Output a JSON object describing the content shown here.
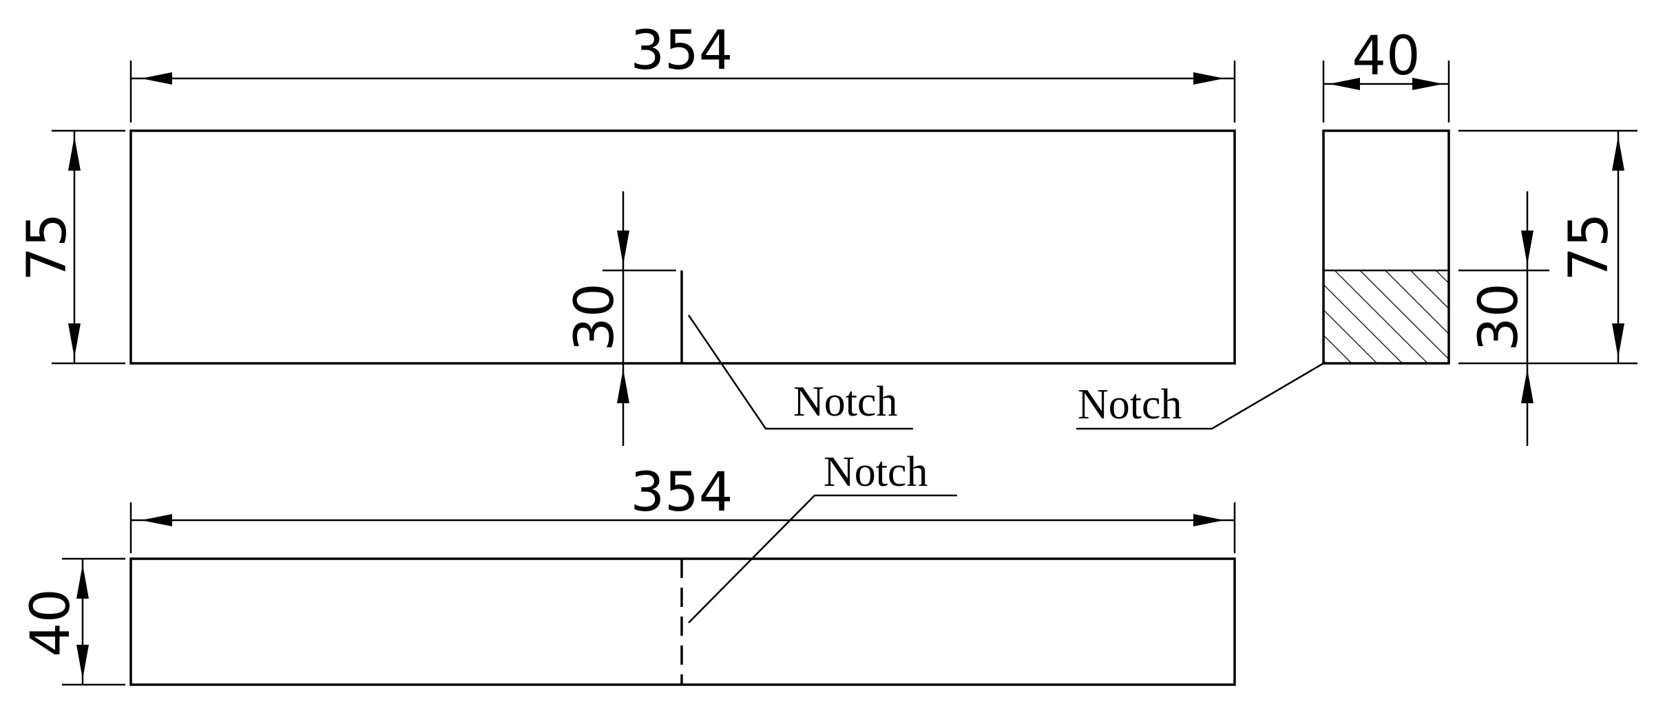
{
  "colors": {
    "ink": "#000000",
    "background": "#ffffff"
  },
  "front_view": {
    "length_dim": "354",
    "height_dim": "75",
    "notch_depth_dim": "30",
    "notch_label": "Notch"
  },
  "side_view": {
    "width_dim": "40",
    "height_dim": "75",
    "notch_depth_dim": "30",
    "notch_label": "Notch"
  },
  "top_view": {
    "length_dim": "354",
    "width_dim": "40",
    "notch_label": "Notch"
  }
}
